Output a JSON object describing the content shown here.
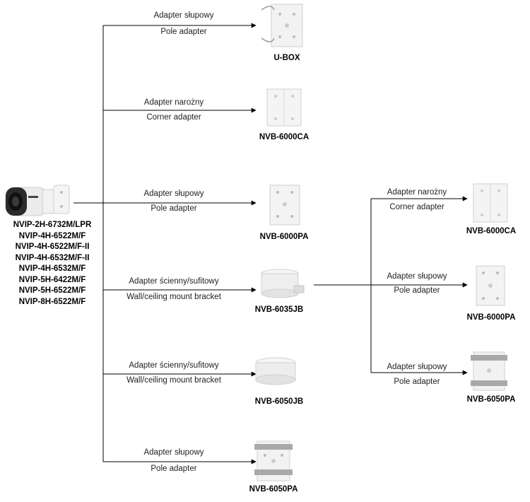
{
  "camera": {
    "icon": "bullet-camera-icon",
    "models": [
      "NVIP-2H-6732M/LPR",
      "NVIP-4H-6522M/F",
      "NVIP-4H-6522M/F-II",
      "NVIP-4H-6532M/F-II",
      "NVIP-4H-6532M/F",
      "NVIP-5H-6422M/F",
      "NVIP-5H-6522M/F",
      "NVIP-8H-6522M/F"
    ]
  },
  "branches": [
    {
      "label_pl": "Adapter słupowy",
      "label_en": "Pole adapter",
      "product": "U-BOX",
      "icon": "pole-adapter-plate-icon"
    },
    {
      "label_pl": "Adapter narożny",
      "label_en": "Corner adapter",
      "product": "NVB-6000CA",
      "icon": "corner-adapter-icon"
    },
    {
      "label_pl": "Adapter słupowy",
      "label_en": "Pole adapter",
      "product": "NVB-6000PA",
      "icon": "pole-adapter-plate-icon"
    },
    {
      "label_pl": "Adapter ścienny/sufitowy",
      "label_en": "Wall/ceiling mount bracket",
      "product": "NVB-6035JB",
      "icon": "junction-box-icon"
    },
    {
      "label_pl": "Adapter ścienny/sufitowy",
      "label_en": "Wall/ceiling mount bracket",
      "product": "NVB-6050JB",
      "icon": "junction-box-round-icon"
    },
    {
      "label_pl": "Adapter słupowy",
      "label_en": "Pole adapter",
      "product": "NVB-6050PA",
      "icon": "pole-clamp-adapter-icon"
    }
  ],
  "sub_branches": [
    {
      "label_pl": "Adapter narożny",
      "label_en": "Corner adapter",
      "product": "NVB-6000CA",
      "icon": "corner-adapter-icon"
    },
    {
      "label_pl": "Adapter słupowy",
      "label_en": "Pole adapter",
      "product": "NVB-6000PA",
      "icon": "pole-adapter-plate-icon"
    },
    {
      "label_pl": "Adapter słupowy",
      "label_en": "Pole adapter",
      "product": "NVB-6050PA",
      "icon": "pole-clamp-adapter-icon"
    }
  ]
}
